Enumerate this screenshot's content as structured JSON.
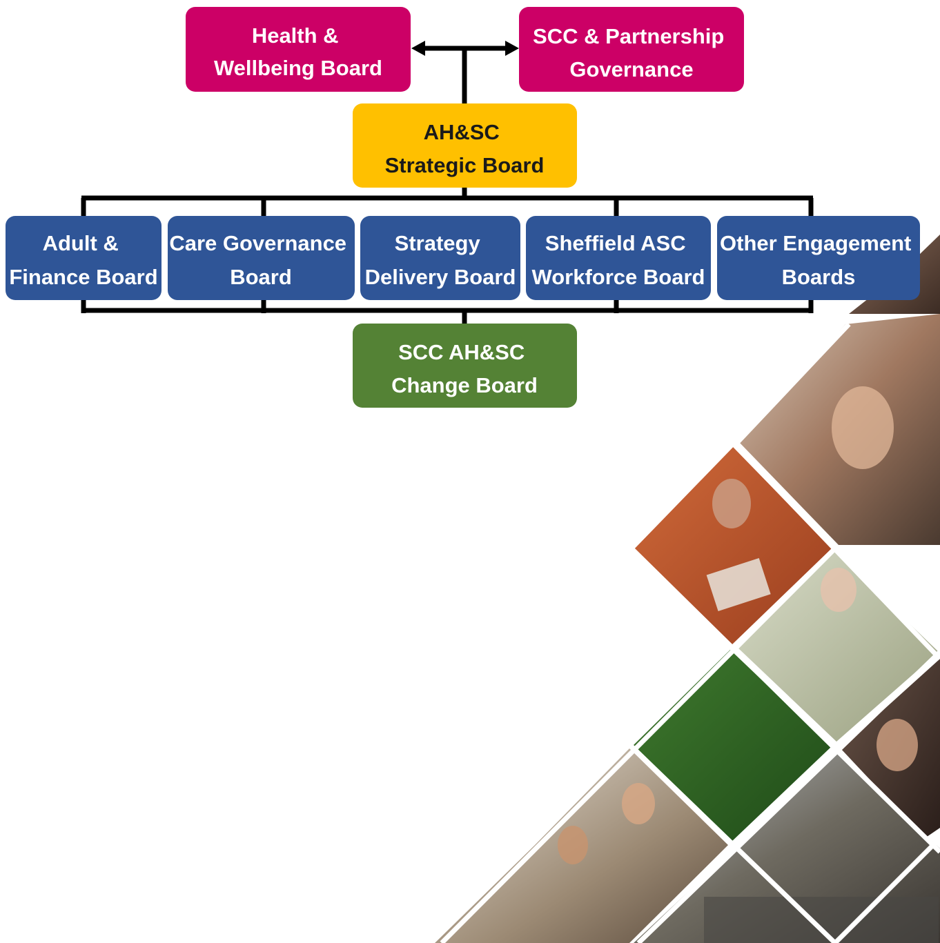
{
  "colors": {
    "magenta": "#cc0066",
    "gold": "#ffc000",
    "blue": "#2f5597",
    "green": "#548235",
    "connector": "#000000"
  },
  "nodes": {
    "health_wellbeing": {
      "lines": [
        "Health &",
        "Wellbeing Board"
      ]
    },
    "partnership": {
      "lines": [
        "SCC & Partnership",
        "Governance"
      ]
    },
    "strategic": {
      "lines": [
        "AH&SC",
        "Strategic Board"
      ]
    },
    "finance": {
      "lines": [
        "Adult &",
        "Finance Board"
      ]
    },
    "care_governance": {
      "lines": [
        "Care Governance",
        "Board"
      ]
    },
    "strategy_delivery": {
      "lines": [
        "Strategy",
        "Delivery Board"
      ]
    },
    "workforce": {
      "lines": [
        "Sheffield ASC",
        "Workforce Board"
      ]
    },
    "engagement": {
      "lines": [
        "Other Engagement",
        "Boards"
      ]
    },
    "change": {
      "lines": [
        "SCC AH&SC",
        "Change Board"
      ]
    }
  },
  "photo_collage": {
    "subjects": [
      "young-couple-embrace",
      "elderly-woman-reading-newspaper",
      "elderly-woman-preparing-food",
      "man-and-boy-gardening",
      "smiling-older-woman",
      "young-women-laughing",
      "people-exercising-outdoors"
    ]
  }
}
